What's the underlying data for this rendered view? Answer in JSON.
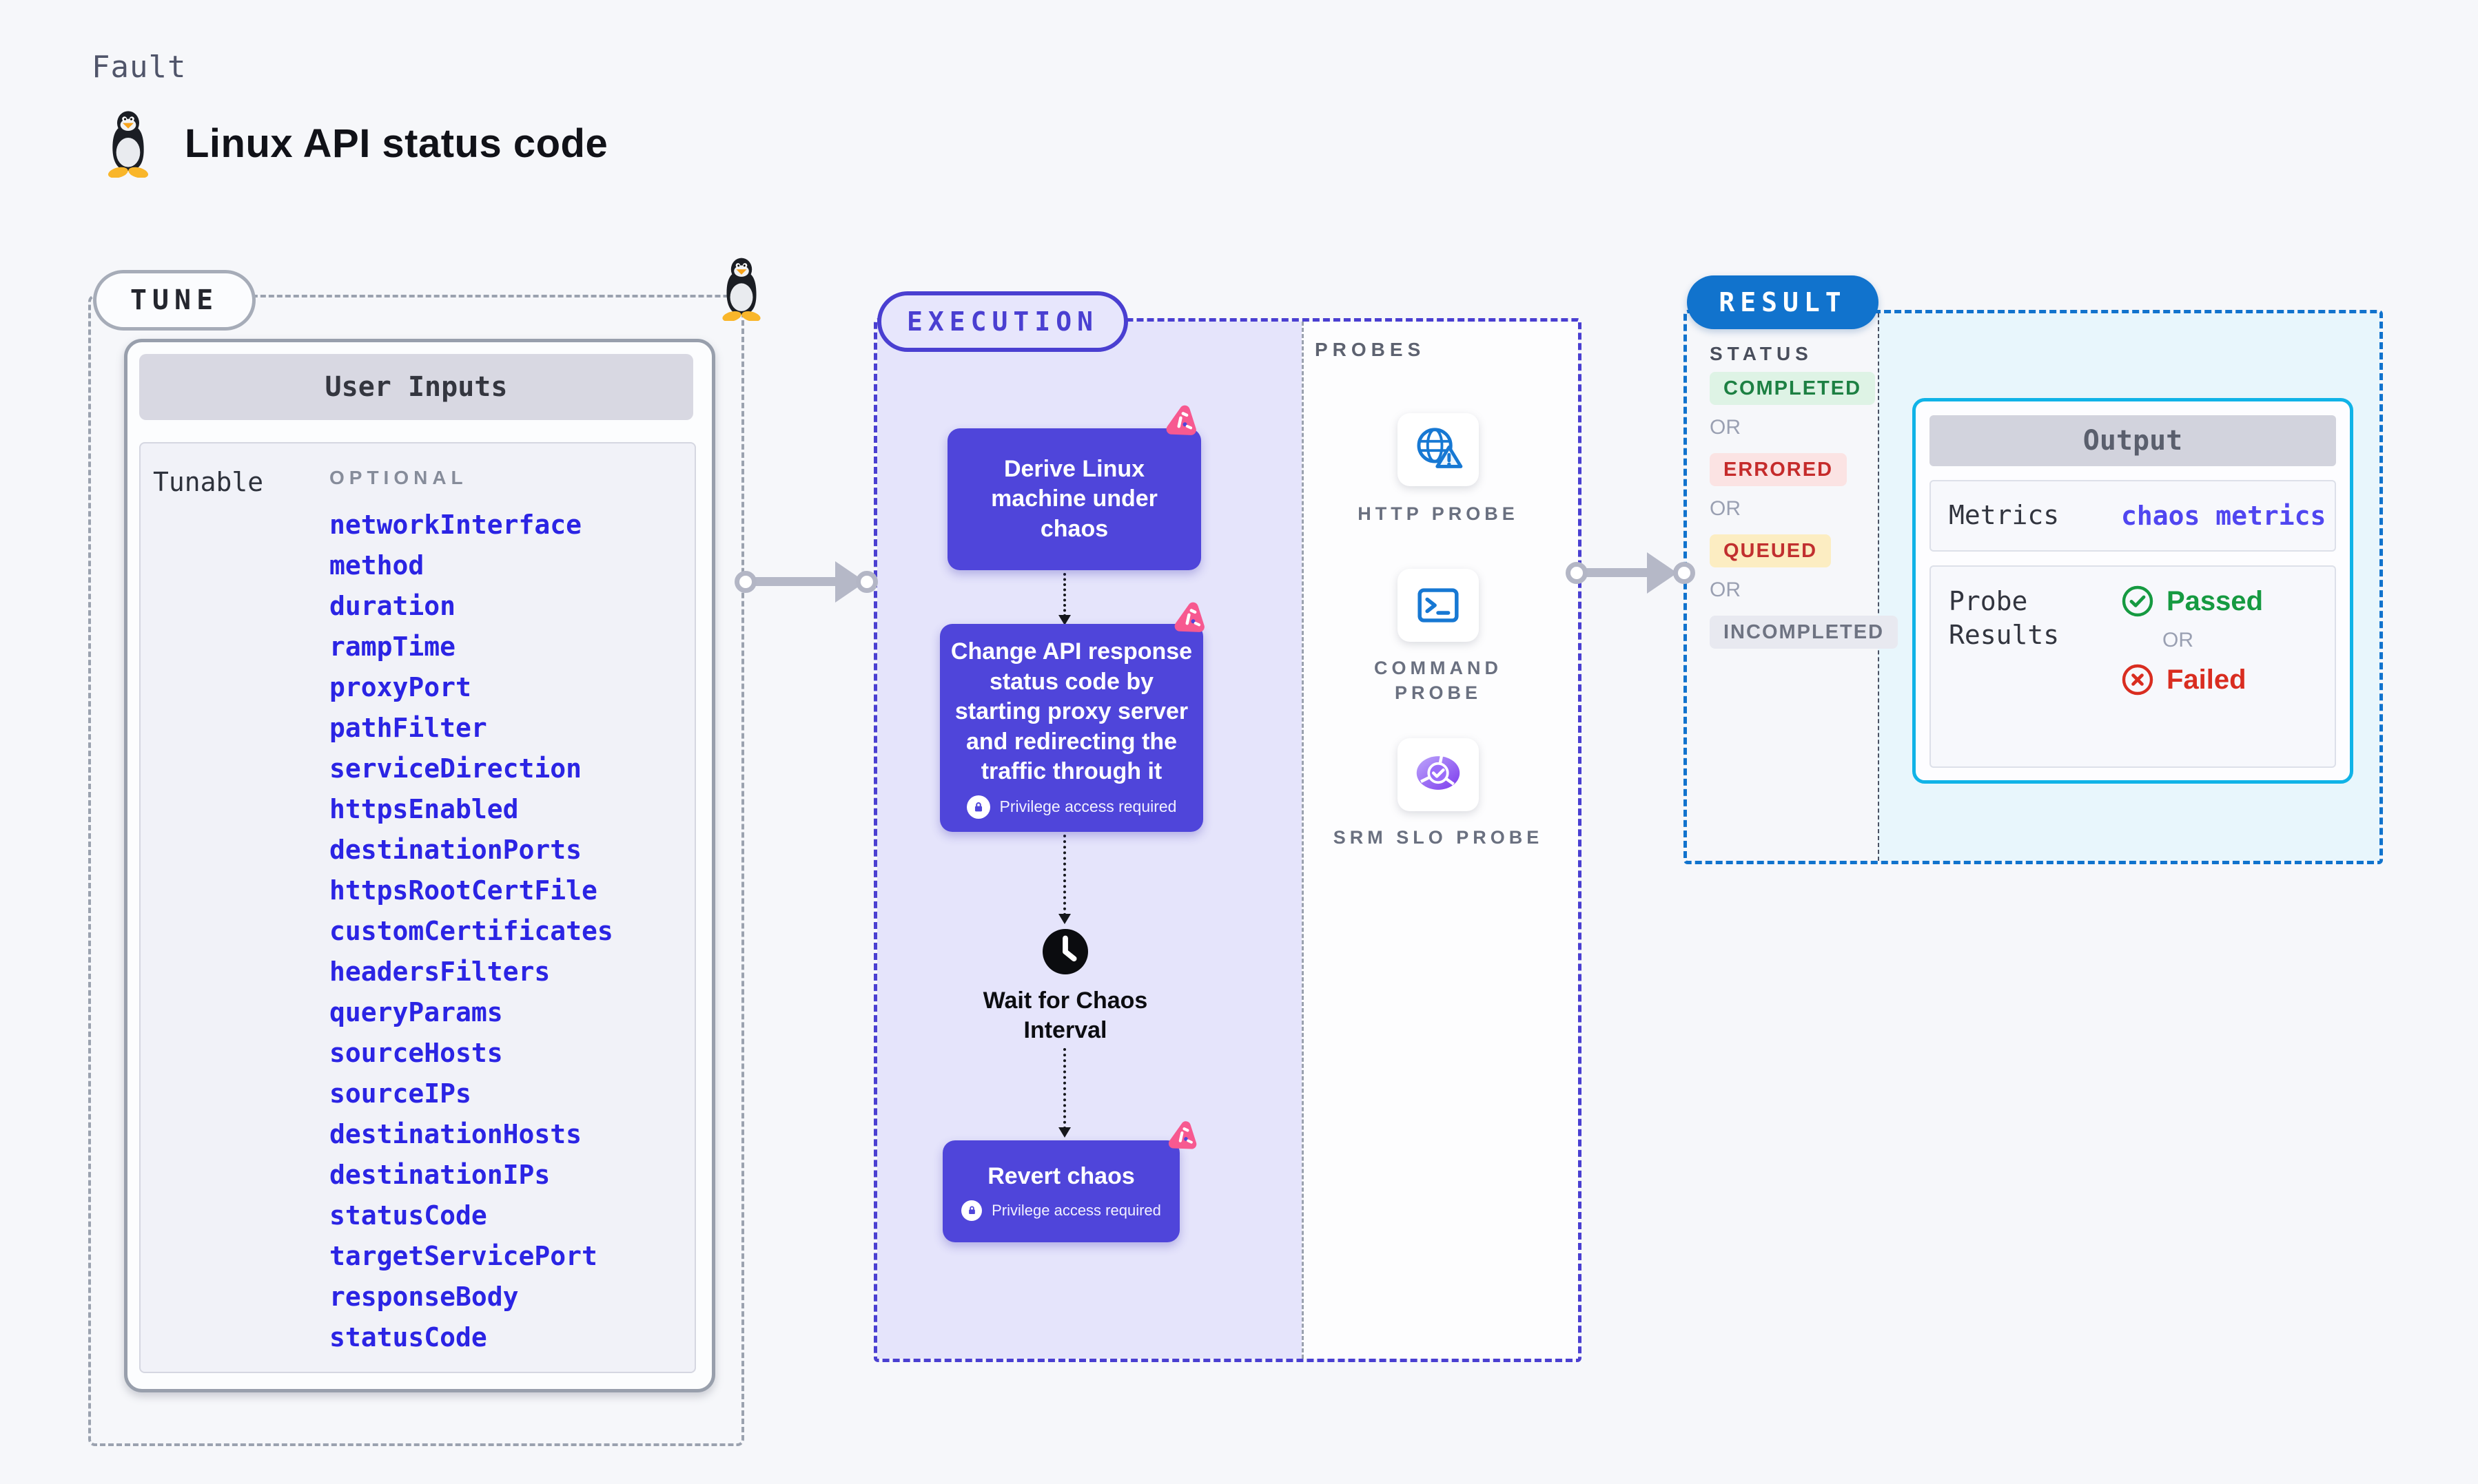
{
  "header": {
    "kicker": "Fault",
    "title": "Linux API status code"
  },
  "tune": {
    "badge": "TUNE",
    "table": {
      "header": "User Inputs",
      "row_label": "Tunable",
      "col_label": "OPTIONAL",
      "tunables": [
        "networkInterface",
        "method",
        "duration",
        "rampTime",
        "proxyPort",
        "pathFilter",
        "serviceDirection",
        "httpsEnabled",
        "destinationPorts",
        "httpsRootCertFile",
        "customCertificates",
        "headersFilters",
        "queryParams",
        "sourceHosts",
        "sourceIPs",
        "destinationHosts",
        "destinationIPs",
        "statusCode",
        "targetServicePort",
        "responseBody",
        "statusCode"
      ]
    }
  },
  "execution": {
    "badge": "EXECUTION",
    "steps": [
      {
        "label": "Derive Linux machine under chaos"
      },
      {
        "label": "Change API response status code by starting proxy server and redirecting the traffic through it",
        "note": "Privilege access required"
      },
      {
        "label": "Wait for Chaos Interval"
      },
      {
        "label": "Revert chaos",
        "note": "Privilege access required"
      }
    ]
  },
  "probes": {
    "header": "PROBES",
    "items": [
      {
        "label": "HTTP PROBE",
        "icon": "globe-alert-icon"
      },
      {
        "label": "COMMAND PROBE",
        "icon": "terminal-icon"
      },
      {
        "label": "SRM SLO PROBE",
        "icon": "slo-donut-icon"
      }
    ]
  },
  "result": {
    "badge": "RESULT",
    "status": {
      "header": "STATUS",
      "or": "OR",
      "options": [
        {
          "label": "COMPLETED"
        },
        {
          "label": "ERRORED"
        },
        {
          "label": "QUEUED"
        },
        {
          "label": "INCOMPLETED"
        }
      ]
    },
    "output": {
      "header": "Output",
      "metrics_label": "Metrics",
      "metrics_value": "chaos metrics",
      "probe_results_label": "Probe Results",
      "passed": "Passed",
      "or": "OR",
      "failed": "Failed"
    }
  },
  "icons": {
    "tux-icon": "linux penguin mascot",
    "litmus-chaos-icon": "pink rounded triangle chaos mark",
    "lock-icon": "privilege lock",
    "clock-icon": "wait clock",
    "globe-alert-icon": "globe with warning triangle",
    "terminal-icon": "command prompt window",
    "slo-donut-icon": "purple segmented donut with check"
  },
  "colors": {
    "page_bg": "#f6f7fa",
    "node_indigo": "#4f45da",
    "exec_bg": "#e5e4fb",
    "exec_border": "#4a3fd1",
    "tune_border": "#9ba2af",
    "result_blue": "#1173cd",
    "output_border": "#10b3e7",
    "cyan_bg": "#e8f6fc",
    "tunable_blue": "#2b24e4",
    "litmus_pink": "#f75990",
    "probe_blue": "#1778d3",
    "passed_green": "#169a41",
    "failed_red": "#d92d20",
    "queued_bg": "#fcedc2",
    "completed_bg": "#def3e5",
    "errored_bg": "#fbe3e3",
    "incompleted_bg": "#e8e9f0",
    "arrow_grey": "#b5b8c7"
  }
}
